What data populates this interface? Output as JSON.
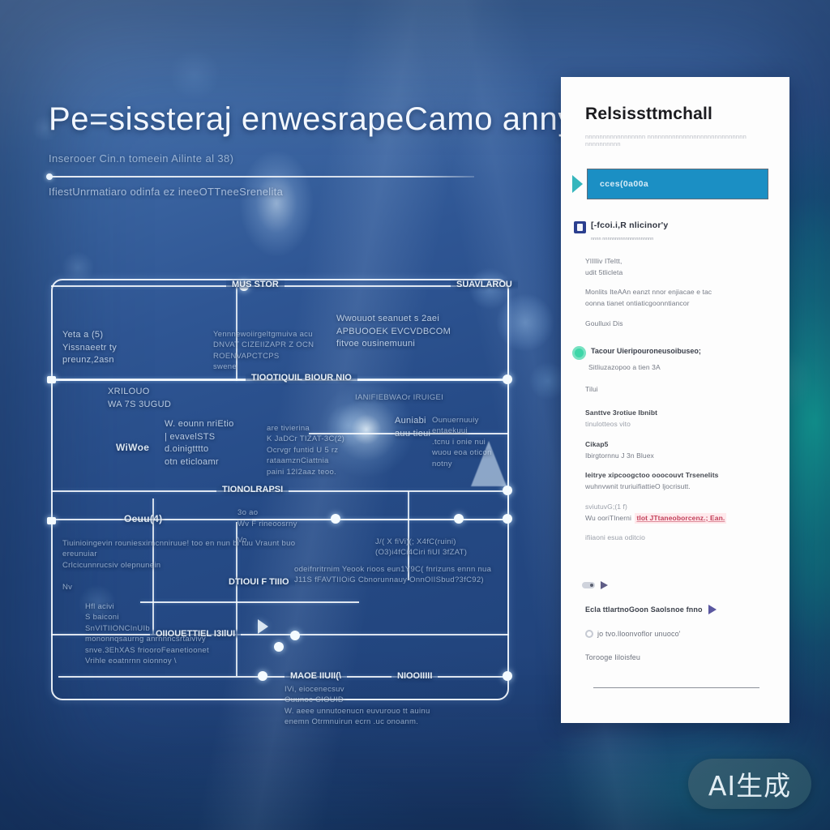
{
  "watermark": {
    "label": "AI生成"
  },
  "header": {
    "title": "Pe=sissteraj enwesrapeCamo anny",
    "subtitle_1": "Inserooer Cin.n tomeein Ailinte                    al 38)",
    "subtitle_2": "IfiestUnrmatiaro odinfa ez ineeOTTneeSrenelita"
  },
  "diagram": {
    "labels": {
      "top_mid": "MUS STOR",
      "top_right": "SUAVLAROU",
      "left_block": "Yeta a  (5)\nYissnaeetr ty\npreunz,2asn",
      "mid_top_note": "Yennnewoiirgeltgmuiva acu\nDNVAT CIZEIIZAPR Z OCN\nROENVAPCTCPS\nswene",
      "right_note": "Wwouuot  seanuet s 2aei\nAPBUOOEK EVCVDBCOM\nfitvoe ousinemuuni",
      "band_mid": "TIOOTIQUIL\nBIOUR NIO",
      "left_row": "XRILOUO\nWA 7S 3UGUD",
      "row_center": "TIONOLRAPSI",
      "right_small": "IANIFIEBWAOr IRUIGEI",
      "center_block": "W. eounn nriEtio\n| evavelSTS\nd.oinigtttto\notn eticloamr",
      "center_left_tag": "WiWoe",
      "center_right_a": "are tivierina\nK JaDCr TIZAT-3C(2)\nOcrvgr funtid U 5 rz rataamznCiattnia\npaini 12I2aaz teoo.",
      "center_right_b": "Auniabi\nauu tieui",
      "center_right_c": "Ounuernuuiy\nentaekuui\n.tcnu i onie nui\nwuou eoa oticon notny",
      "lower_band": "OIIOUETTIEL   I3IlUI",
      "row2_center": "DTIOUI  F TIIIO",
      "row2_small_a": "3o ao",
      "row2_small_b": "Wv F rineoosrny",
      "row2_small_c": "Vo",
      "badge_left": "Oeuu(4)",
      "para_left": "Tiuinioingevin rouniesxirncnniruue! too en nun bi tuu Vraunt buo ereunuiar\nCrlcicunnrucsiv     olepnunein\n\nNv",
      "para_right_a": "J/( X fiVi)(;  X4fC(ruini)\n(O3)i4fCi4Ciri  fiUI 3fZAT)",
      "para_right_b": "odeifnritrnim  Yeook  rioos eun1Y9C(   fnrizuns ennn nua\nJ11S fFAVTIIOiG Cbnorunnauy    OnnOIISbud?3fC92)",
      "mid_left_block": "Hfl acivi\nS baiconi\nSnVITIIONCInUIb\nmononnqsaurng anrnnncsrtaivivy\nsnve.3EhXAS friooroFeanetioonet\nVrihle eoatnrnn oionnoy \\",
      "bottom_center": "MAOE IIUII(\\",
      "bottom_right": "NIOOIIIII",
      "bottom_para": "IVi, eiocenecsuv\nOuunoc CIOUID\nW. aeee unnutoenucn euvurouo tt auinu\nenemn Otrmnuirun ecrn .uc onoanm."
    }
  },
  "panel": {
    "title": "Relsissttmchall",
    "subtitle": "nnnnnnnnnnnnnnnnn  nnnnnnnnnnnnnnnnnnnnnnnnnnnn  nnnnnnnnnn",
    "cta": {
      "label": "cces(0a00a"
    },
    "section": {
      "badge_icon": "document-badge-icon",
      "title": "[-fcoi.i,R nlicinor'y",
      "tiny": "nnnn     nnnnnnnnnnnnnnnnnnnn"
    },
    "body": {
      "line_1": "YIIIliv ITeItt,",
      "line_2": "udit 5tlicleta",
      "line_3": "Monlits IteAAn eanzt nnor enjiacae e tac",
      "line_4": "oonna tianet ontiaticgoonntiancor",
      "line_5": "Goulluxi Dis"
    },
    "status": {
      "icon": "green-status-dot-icon",
      "title": "Tacour Uieripouroneusoibuseo;",
      "sub": "Sitliuzazopoo a tien 3A",
      "after": "Tilui"
    },
    "body2": {
      "line_1": "Santtve 3rotiue Ibnibt",
      "line_2": "tinulotteos             vito",
      "line_3": "Cikap5",
      "line_4": "Ibirgtornnu J 3n Bluex",
      "line_5": "Ieitrye xipcoogctoo ooocouvt Trsenelits",
      "line_6": "wuhnvwnit truriuifiattieO ljocrisutt.",
      "line_7": "sviutuvG;(1 f)",
      "line_8": "Wu ooriTInerni",
      "highlight": "tlot JTtaneoborcenz.; Ean.",
      "line_9": "ifiiaoni esua oditcio"
    },
    "icons_row": {
      "pill": "toggle-pill-icon",
      "flag": "bookmark-flag-icon"
    },
    "list": {
      "item_1": "Ecla ttlartnoGoon Saolsnoe fnno",
      "item_2": "jo tvo.lloonvoflor unuoco'",
      "item_3": "Torooge Iiloisfeu"
    }
  },
  "colors": {
    "cta_blue": "#1b8fc4",
    "chevron_teal": "#35b6bd",
    "badge_navy": "#2b3f8f",
    "status_green": "#3ed6a8",
    "highlight_red": "#c2405a",
    "panel_bg": "#fdfdfd"
  }
}
